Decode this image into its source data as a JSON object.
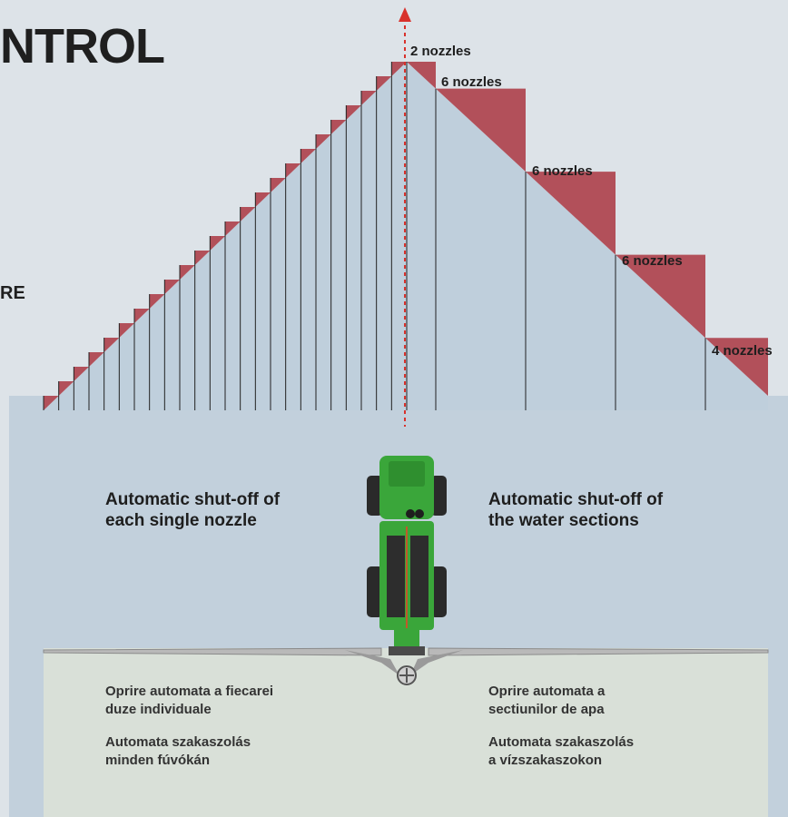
{
  "title_fragment": "NTROL",
  "side_fragment": "RE",
  "section_labels": [
    "2 nozzles",
    "6 nozzles",
    "6 nozzles",
    "6 nozzles",
    "4 nozzles"
  ],
  "left_caption": [
    "Automatic shut-off of",
    "each single nozzle"
  ],
  "right_caption": [
    "Automatic shut-off of",
    "the water sections"
  ],
  "left_romanian": [
    "Oprire automata a fiecarei",
    "duze individuale"
  ],
  "left_hungarian": [
    "Automata szakaszolás",
    "minden fúvókán"
  ],
  "right_romanian": [
    "Oprire automata a",
    "sectiunilor de apa"
  ],
  "right_hungarian": [
    "Automata szakaszolás",
    "a vízszakaszokon"
  ],
  "colors": {
    "background": "#dde3e8",
    "field": "#c2d0dc",
    "boom_area": "#d9e0d8",
    "triangle": "#bfcfdc",
    "shutoff_red": "#b2505a",
    "center_arrow": "#d8322c",
    "tractor_green": "#3aa63a"
  },
  "icons": [
    "tractor-sprayer-icon",
    "up-arrow-icon"
  ]
}
